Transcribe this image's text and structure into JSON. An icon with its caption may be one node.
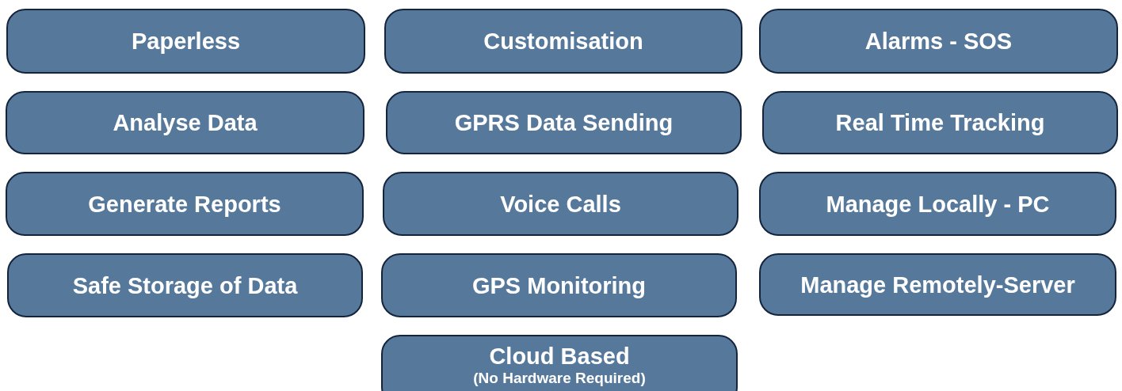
{
  "diagram": {
    "nodes": [
      {
        "text": [
          "Paperless"
        ]
      },
      {
        "text": [
          "Customisation"
        ]
      },
      {
        "text": [
          "Alarms - SOS"
        ]
      },
      {
        "text": [
          "Analyse Data"
        ]
      },
      {
        "text": [
          "GPRS Data Sending"
        ]
      },
      {
        "text": [
          "Real Time Tracking"
        ]
      },
      {
        "text": [
          "Generate Reports"
        ]
      },
      {
        "text": [
          "Voice Calls"
        ]
      },
      {
        "text": [
          "Manage Locally - PC"
        ]
      },
      {
        "text": [
          "Safe Storage of Data"
        ]
      },
      {
        "text": [
          "GPS Monitoring"
        ]
      },
      {
        "text": [
          "Manage Remotely-Server"
        ]
      },
      {
        "text": [
          "Cloud Based",
          "(No Hardware Required)"
        ]
      }
    ]
  }
}
